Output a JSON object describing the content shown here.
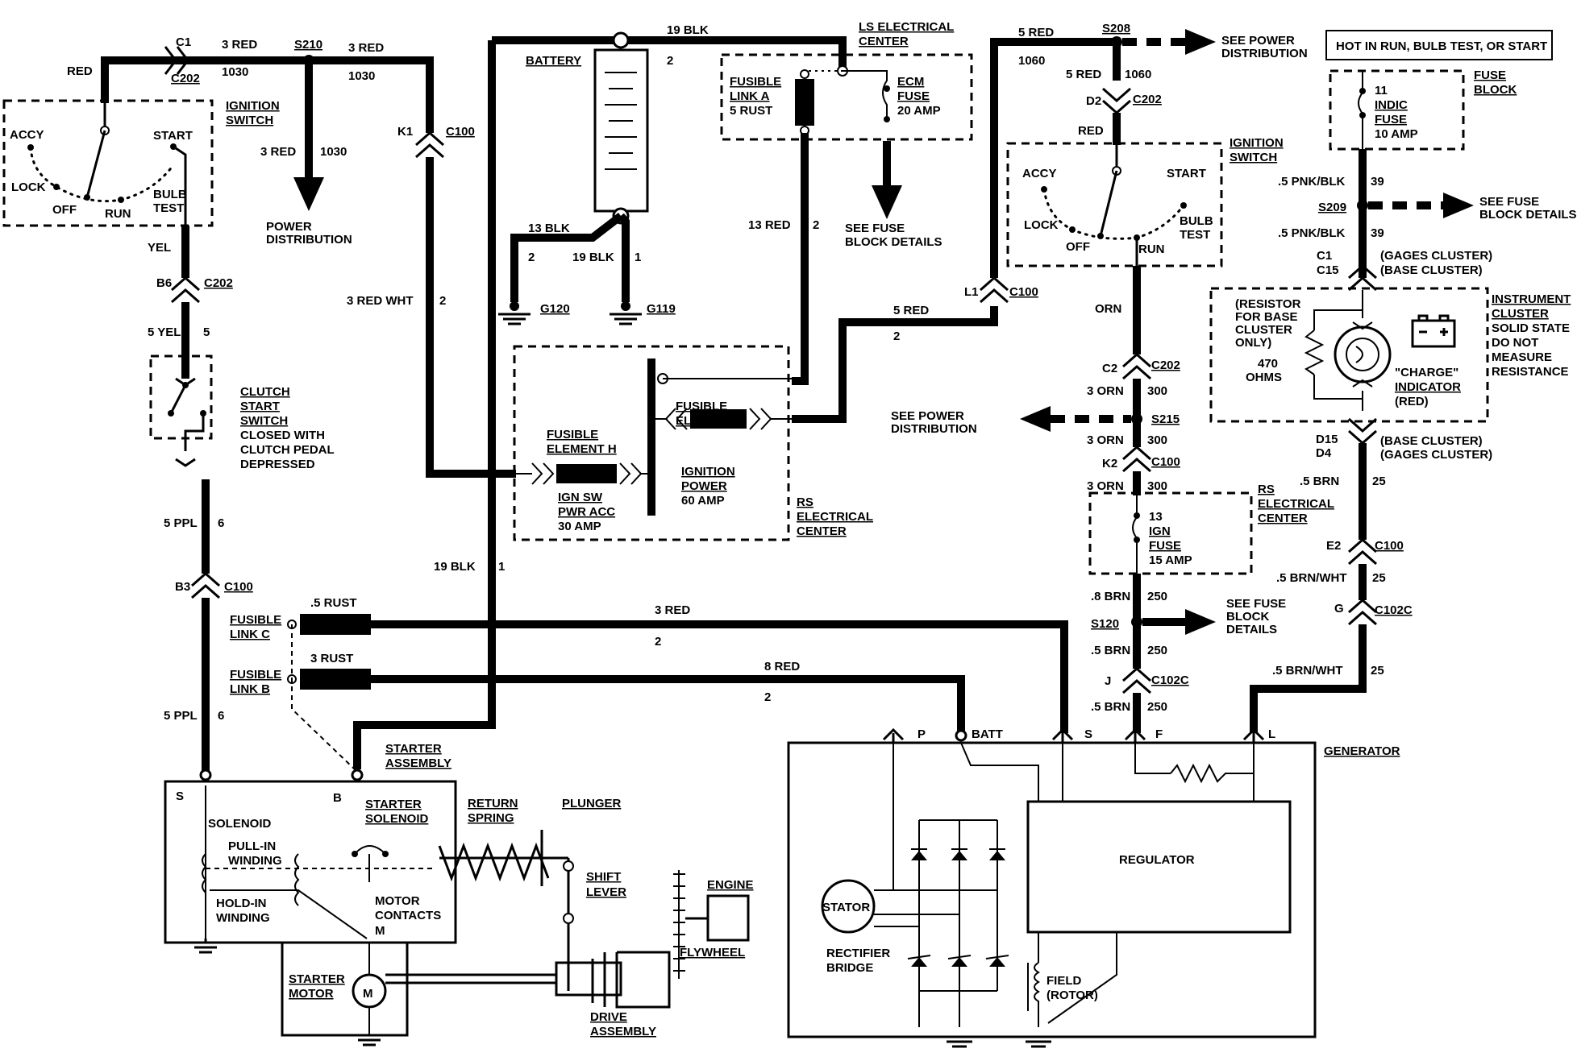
{
  "labels": {
    "c1_top": "C1",
    "c202_top": "C202",
    "red_left": "RED",
    "w3red_a": "3 RED",
    "w1030_a": "1030",
    "s210": "S210",
    "w3red_b": "3 RED",
    "w1030_b": "1030",
    "w3red_c": "3 RED",
    "w1030_c": "1030",
    "power_dist_1": "POWER",
    "power_dist_2": "DISTRIBUTION",
    "ign_sw_1": "IGNITION",
    "ign_sw_2": "SWITCH",
    "accy": "ACCY",
    "start": "START",
    "lock": "LOCK",
    "off": "OFF",
    "run": "RUN",
    "bulb": "BULB",
    "test": "TEST",
    "yel": "YEL",
    "b6": "B6",
    "c202_b6": "C202",
    "w5yel": "5 YEL",
    "w5_a": "5",
    "clutch_1": "CLUTCH",
    "clutch_2": "START",
    "clutch_3": "SWITCH",
    "clutch_4": "CLOSED WITH",
    "clutch_5": "CLUTCH PEDAL",
    "clutch_6": "DEPRESSED",
    "w5ppl_a": "5 PPL",
    "w6_a": "6",
    "b3": "B3",
    "c100_b3": "C100",
    "w5ppl_b": "5 PPL",
    "w6_b": "6",
    "k1": "K1",
    "c100_k1": "C100",
    "w3redwht": "3 RED WHT",
    "w2_k1": "2",
    "w19blk_top": "19 BLK",
    "w2_top": "2",
    "battery": "BATTERY",
    "w13blk": "13 BLK",
    "w2_bat": "2",
    "w19blk_g": "19 BLK",
    "w1_g": "1",
    "g120": "G120",
    "g119": "G119",
    "ls_1": "LS ELECTRICAL",
    "ls_2": "CENTER",
    "fla_1": "FUSIBLE",
    "fla_2": "LINK A",
    "fla_3": "5 RUST",
    "ecm_1": "ECM",
    "ecm_2": "FUSE",
    "ecm_3": "20 AMP",
    "w13red": "13 RED",
    "w2_13red": "2",
    "see_fuse_a1": "SEE FUSE",
    "see_fuse_a2": "BLOCK DETAILS",
    "w5red_mid": "5 RED",
    "w2_mid": "2",
    "feh_1": "FUSIBLE",
    "feh_2": "ELEMENT H",
    "ign_acc_1": "IGN SW",
    "ign_acc_2": "PWR ACC",
    "ign_acc_3": "30 AMP",
    "fef_1": "FUSIBLE",
    "fef_2": "ELEMENT F",
    "ign_pow_1": "IGNITION",
    "ign_pow_2": "POWER",
    "ign_pow_3": "60 AMP",
    "rs_1": "RS",
    "rs_2": "ELECTRICAL",
    "rs_3": "CENTER",
    "w19blk_v": "19 BLK",
    "w1_v": "1",
    "flc_1": "FUSIBLE",
    "flc_2": "LINK C",
    "w5rust": ".5 RUST",
    "flb_1": "FUSIBLE",
    "flb_2": "LINK B",
    "w3rust": "3 RUST",
    "w3red_s": "3 RED",
    "w2_s": "2",
    "w8red": "8 RED",
    "w2_batt": "2",
    "starter_asm_1": "STARTER",
    "starter_asm_2": "ASSEMBLY",
    "s_term": "S",
    "b_term": "B",
    "solenoid": "SOLENOID",
    "pull_1": "PULL-IN",
    "pull_2": "WINDING",
    "hold_1": "HOLD-IN",
    "hold_2": "WINDING",
    "sts_1": "STARTER",
    "sts_2": "SOLENOID",
    "mc_1": "MOTOR",
    "mc_2": "CONTACTS",
    "m_term": "M",
    "stm_1": "STARTER",
    "stm_2": "MOTOR",
    "m_symbol": "M",
    "ret_1": "RETURN",
    "ret_2": "SPRING",
    "plunger": "PLUNGER",
    "shift_1": "SHIFT",
    "shift_2": "LEVER",
    "engine": "ENGINE",
    "flywheel": "FLYWHEEL",
    "drive_1": "DRIVE",
    "drive_2": "ASSEMBLY",
    "w5red_r": "5 RED",
    "w1060_r": "1060",
    "s208": "S208",
    "see_pd_1": "SEE POWER",
    "see_pd_2": "DISTRIBUTION",
    "w5red_r2": "5 RED",
    "w1060_r2": "1060",
    "d2": "D2",
    "c202_d2": "C202",
    "red_r": "RED",
    "ign_sw2_1": "IGNITION",
    "ign_sw2_2": "SWITCH",
    "accy2": "ACCY",
    "start2": "START",
    "lock2": "LOCK",
    "off2": "OFF",
    "run2": "RUN",
    "bulb2": "BULB",
    "test2": "TEST",
    "l1": "L1",
    "c100_l1": "C100",
    "orn": "ORN",
    "c2": "C2",
    "c202_c2": "C202",
    "w3orn_a": "3 ORN",
    "w300_a": "300",
    "see_pd2_1": "SEE POWER",
    "see_pd2_2": "DISTRIBUTION",
    "s215": "S215",
    "w3orn_b": "3 ORN",
    "w300_b": "300",
    "k2": "K2",
    "c100_k2": "C100",
    "w3orn_c": "3 ORN",
    "w300_c": "300",
    "ign_fuse_1": "13",
    "ign_fuse_2": "IGN",
    "ign_fuse_3": "FUSE",
    "ign_fuse_4": "15 AMP",
    "rs2_1": "RS",
    "rs2_2": "ELECTRICAL",
    "rs2_3": "CENTER",
    "w8brn": ".8 BRN",
    "w250_a": "250",
    "s120": "S120",
    "see_fb_1": "SEE FUSE",
    "see_fb_2": "BLOCK",
    "see_fb_3": "DETAILS",
    "w5brn_a": ".5 BRN",
    "w250_b": "250",
    "j": "J",
    "c102c_j": "C102C",
    "w5brn_b": ".5 BRN",
    "w250_c": "250",
    "hot_in_run": "HOT IN RUN, BULB TEST, OR START",
    "fb_1": "FUSE",
    "fb_2": "BLOCK",
    "indic_1": "11",
    "indic_2": "INDIC",
    "indic_3": "FUSE",
    "indic_4": "10 AMP",
    "w5pnkblk_a": ".5 PNK/BLK",
    "w39_a": "39",
    "s209": "S209",
    "see_fbd_1": "SEE FUSE",
    "see_fbd_2": "BLOCK DETAILS",
    "w5pnkblk_b": ".5 PNK/BLK",
    "w39_b": "39",
    "c1_r": "C1",
    "c15_r": "C15",
    "gages_1": "(GAGES CLUSTER)",
    "base_1": "(BASE CLUSTER)",
    "res_1": "(RESISTOR",
    "res_2": "FOR BASE",
    "res_3": "CLUSTER",
    "res_4": "ONLY)",
    "ohm_1": "470",
    "ohm_2": "OHMS",
    "charge_1": "\"CHARGE\"",
    "charge_2": "INDICATOR",
    "charge_3": "(RED)",
    "ic_1": "INSTRUMENT",
    "ic_2": "CLUSTER",
    "ic_3": "SOLID STATE",
    "ic_4": "DO NOT",
    "ic_5": "MEASURE",
    "ic_6": "RESISTANCE",
    "d15": "D15",
    "d4": "D4",
    "base_2": "(BASE CLUSTER)",
    "gages_2": "(GAGES CLUSTER)",
    "w5brn_c": ".5 BRN",
    "w25_a": "25",
    "e2": "E2",
    "c100_e2": "C100",
    "w5brnwht_a": ".5 BRN/WHT",
    "w25_b": "25",
    "g": "G",
    "c102c_g": "C102C",
    "w5brnwht_b": ".5 BRN/WHT",
    "w25_c": "25",
    "p_term": "P",
    "batt_term": "BATT",
    "s_term2": "S",
    "f_term": "F",
    "l_term": "L",
    "generator": "GENERATOR",
    "regulator": "REGULATOR",
    "stator": "STATOR",
    "rect_1": "RECTIFIER",
    "rect_2": "BRIDGE",
    "field_1": "FIELD",
    "field_2": "(ROTOR)"
  }
}
